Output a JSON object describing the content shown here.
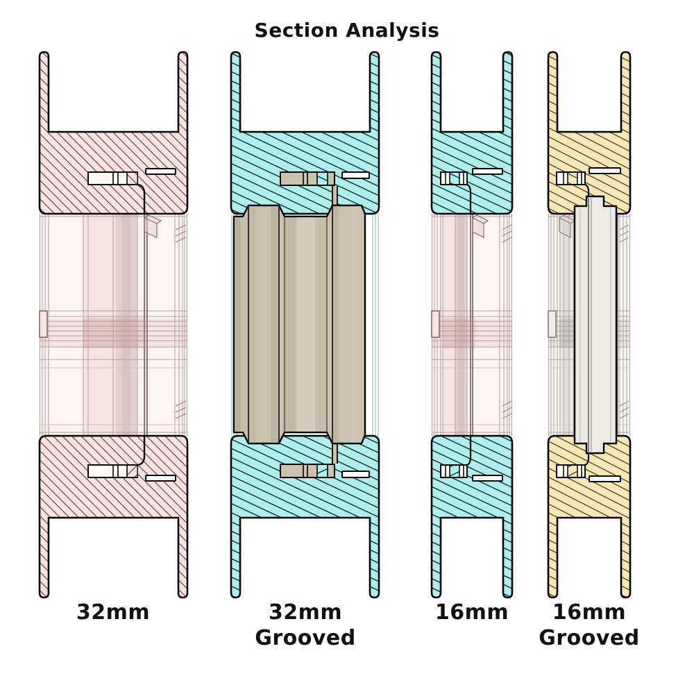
{
  "title": "Section Analysis",
  "figure": {
    "sections": [
      {
        "label": "32mm",
        "sublabel": "",
        "material_color": "#f9e3e3",
        "hatch_color": "#5f2a2a"
      },
      {
        "label": "32mm",
        "sublabel": "Grooved",
        "material_color": "#aeefed",
        "hatch_color": "#0d2525",
        "drum_color": "#cbc2ad"
      },
      {
        "label": "16mm",
        "sublabel": "",
        "material_color": "#aeefed",
        "hatch_color": "#0d2525"
      },
      {
        "label": "16mm",
        "sublabel": "Grooved",
        "material_color": "#f7e7b4",
        "hatch_color": "#30240c",
        "insert_color": "#eceae5"
      }
    ],
    "outline_color": "#000000",
    "background_color": "#ffffff",
    "text_color": "#111111"
  }
}
